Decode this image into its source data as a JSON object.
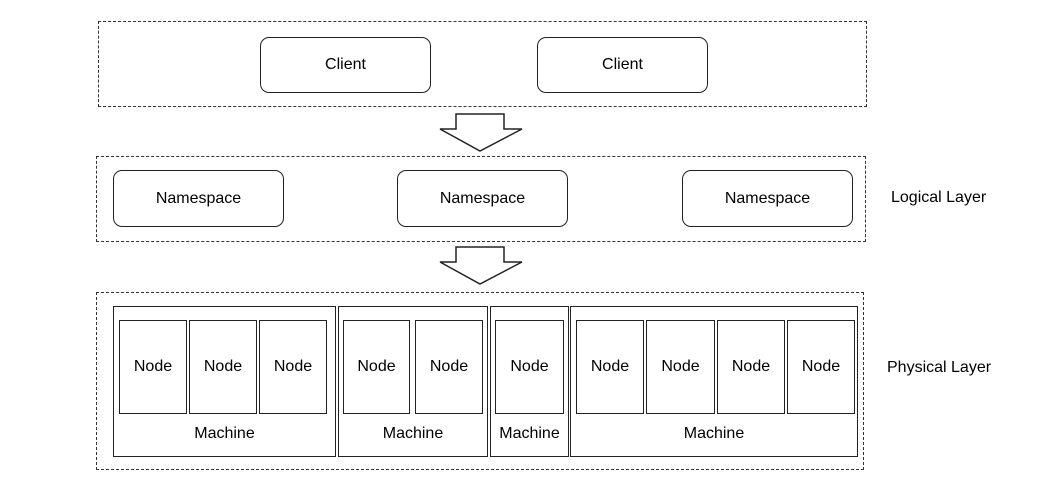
{
  "client_layer": {
    "clients": [
      "Client",
      "Client"
    ]
  },
  "logical_layer": {
    "label": "Logical Layer",
    "namespaces": [
      "Namespace",
      "Namespace",
      "Namespace"
    ]
  },
  "physical_layer": {
    "label": "Physical Layer",
    "machines": [
      {
        "label": "Machine",
        "nodes": [
          "Node",
          "Node",
          "Node"
        ]
      },
      {
        "label": "Machine",
        "nodes": [
          "Node",
          "Node"
        ]
      },
      {
        "label": "Machine",
        "nodes": [
          "Node"
        ]
      },
      {
        "label": "Machine",
        "nodes": [
          "Node",
          "Node",
          "Node",
          "Node"
        ]
      }
    ]
  }
}
